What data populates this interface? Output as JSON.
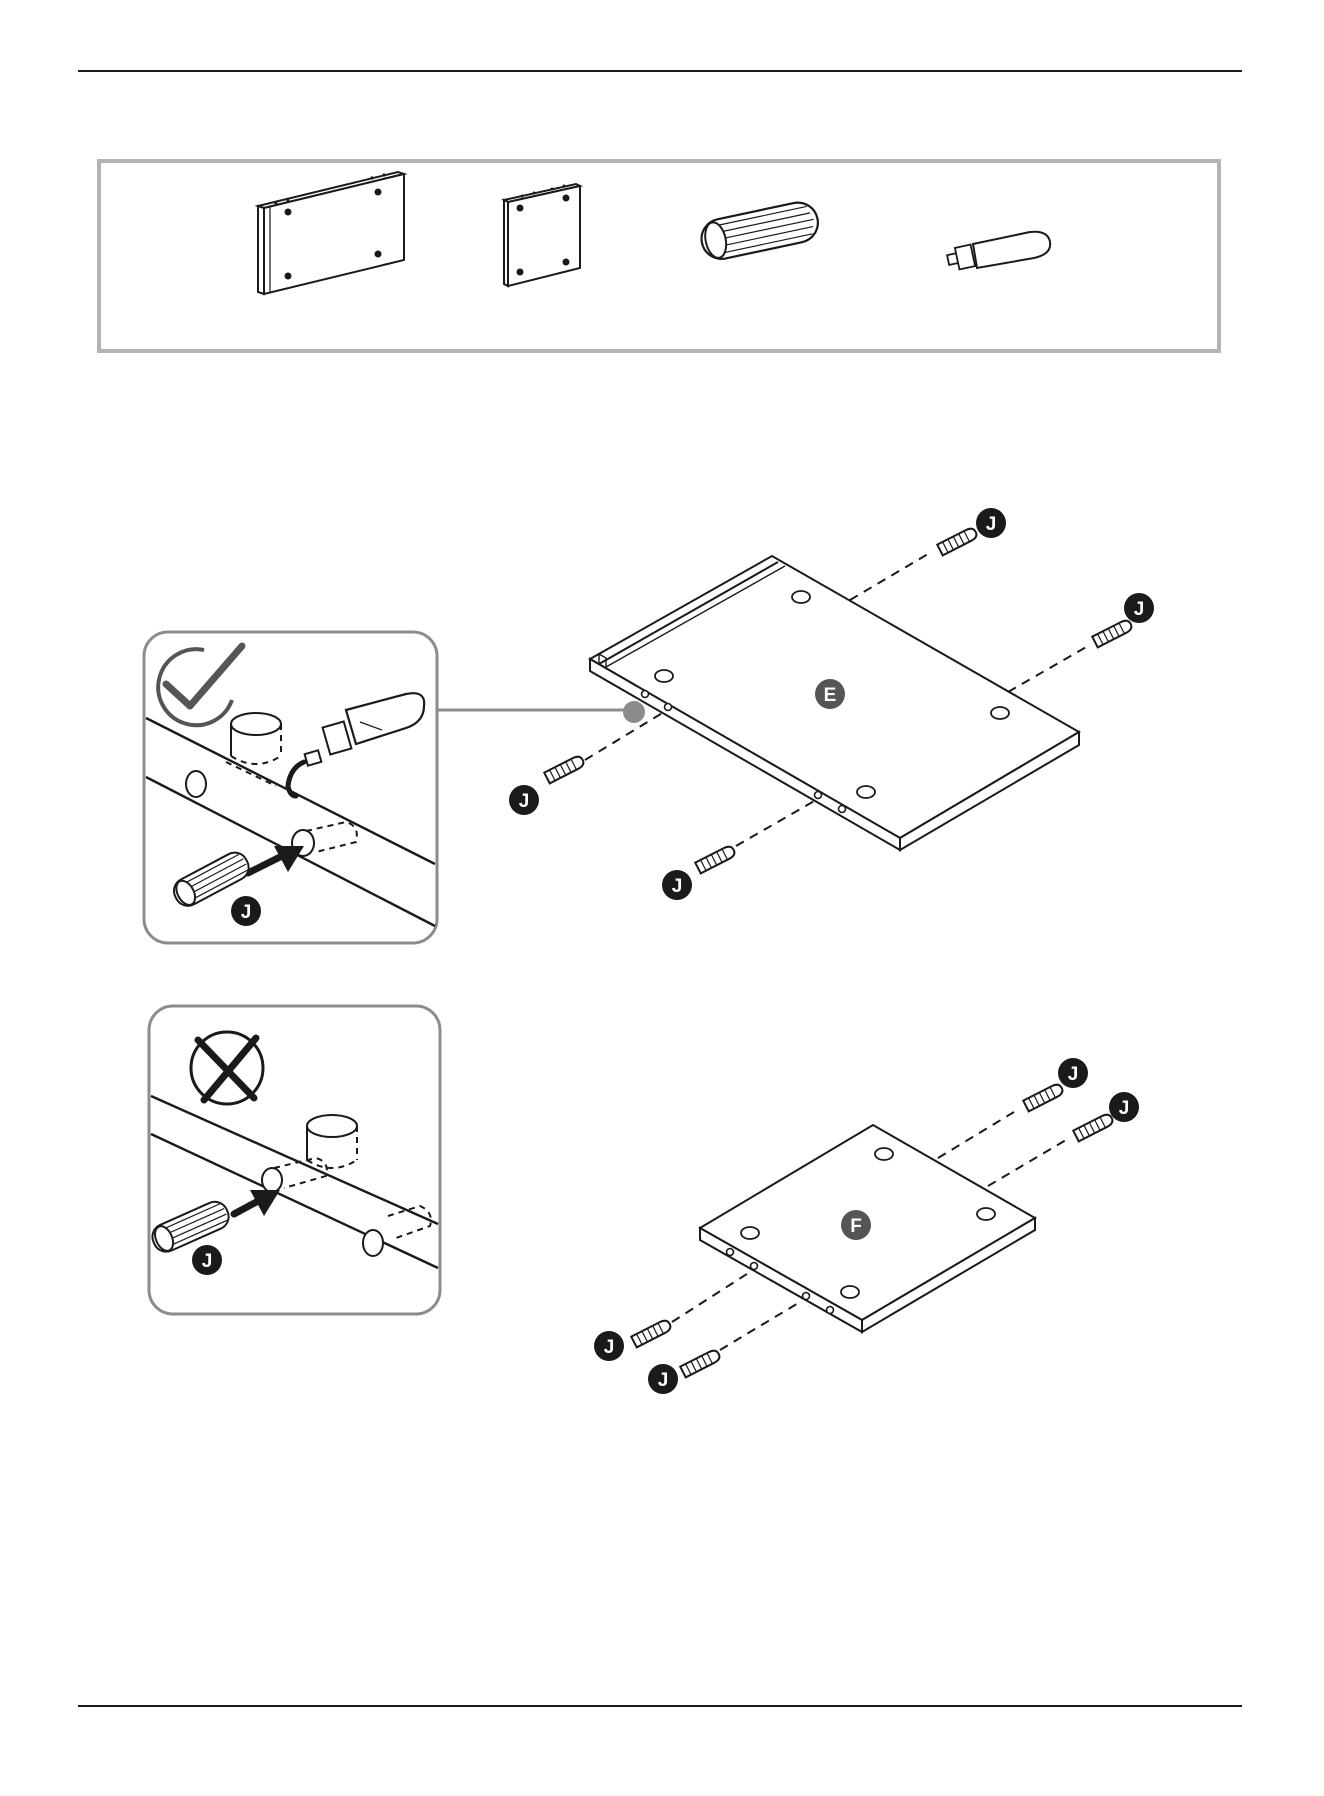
{
  "colors": {
    "line": "#1a1a1a",
    "frame": "#b3b3b3",
    "badge_dark": "#1a1a1a",
    "badge_gray": "#555555",
    "zoom_dot": "#8c8c8c"
  },
  "icons": [
    "check-icon",
    "cross-icon",
    "glue-bottle-icon",
    "insert-arrow-icon",
    "dowel-icon"
  ],
  "labels": {
    "panel_e": "E",
    "panel_f": "F",
    "dowel": "J"
  }
}
